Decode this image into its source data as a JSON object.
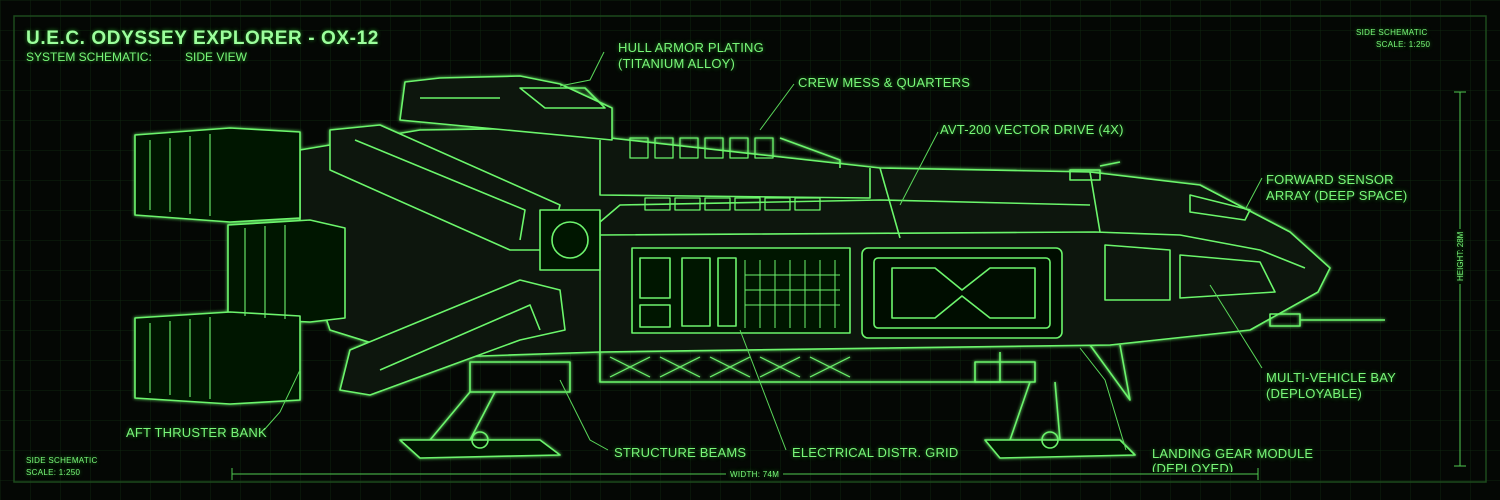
{
  "header": {
    "title": "U.E.C. ODYSSEY EXPLORER - OX-12",
    "subtitle_prefix": "SYSTEM SCHEMATIC:",
    "subtitle_view": "SIDE VIEW"
  },
  "corner_top_right": {
    "line1": "SIDE SCHEMATIC",
    "line2": "SCALE: 1:250"
  },
  "corner_bottom_left": {
    "line1": "SIDE SCHEMATIC",
    "line2": "SCALE: 1:250"
  },
  "dimensions": {
    "width_label": "WIDTH: 74M",
    "height_label": "HEIGHT: 28M"
  },
  "callouts": {
    "hull_armor_1": "HULL ARMOR PLATING",
    "hull_armor_2": "(TITANIUM ALLOY)",
    "crew_mess": "CREW MESS & QUARTERS",
    "vector_drive": "AVT-200 VECTOR DRIVE (4X)",
    "forward_sensor_1": "FORWARD SENSOR",
    "forward_sensor_2": "ARRAY (DEEP SPACE)",
    "vehicle_bay_1": "MULTI-VEHICLE BAY",
    "vehicle_bay_2": "(DEPLOYABLE)",
    "landing_gear_1": "LANDING GEAR MODULE",
    "landing_gear_2": "(DEPLOYED)",
    "electrical_grid": "ELECTRICAL DISTR. GRID",
    "structure_beams": "STRUCTURE BEAMS",
    "aft_thruster": "AFT THRUSTER BANK"
  },
  "colors": {
    "background": "#040704",
    "line": "#6cf56c",
    "glow": "#3cff3c",
    "grid": "#0f2a0f"
  }
}
